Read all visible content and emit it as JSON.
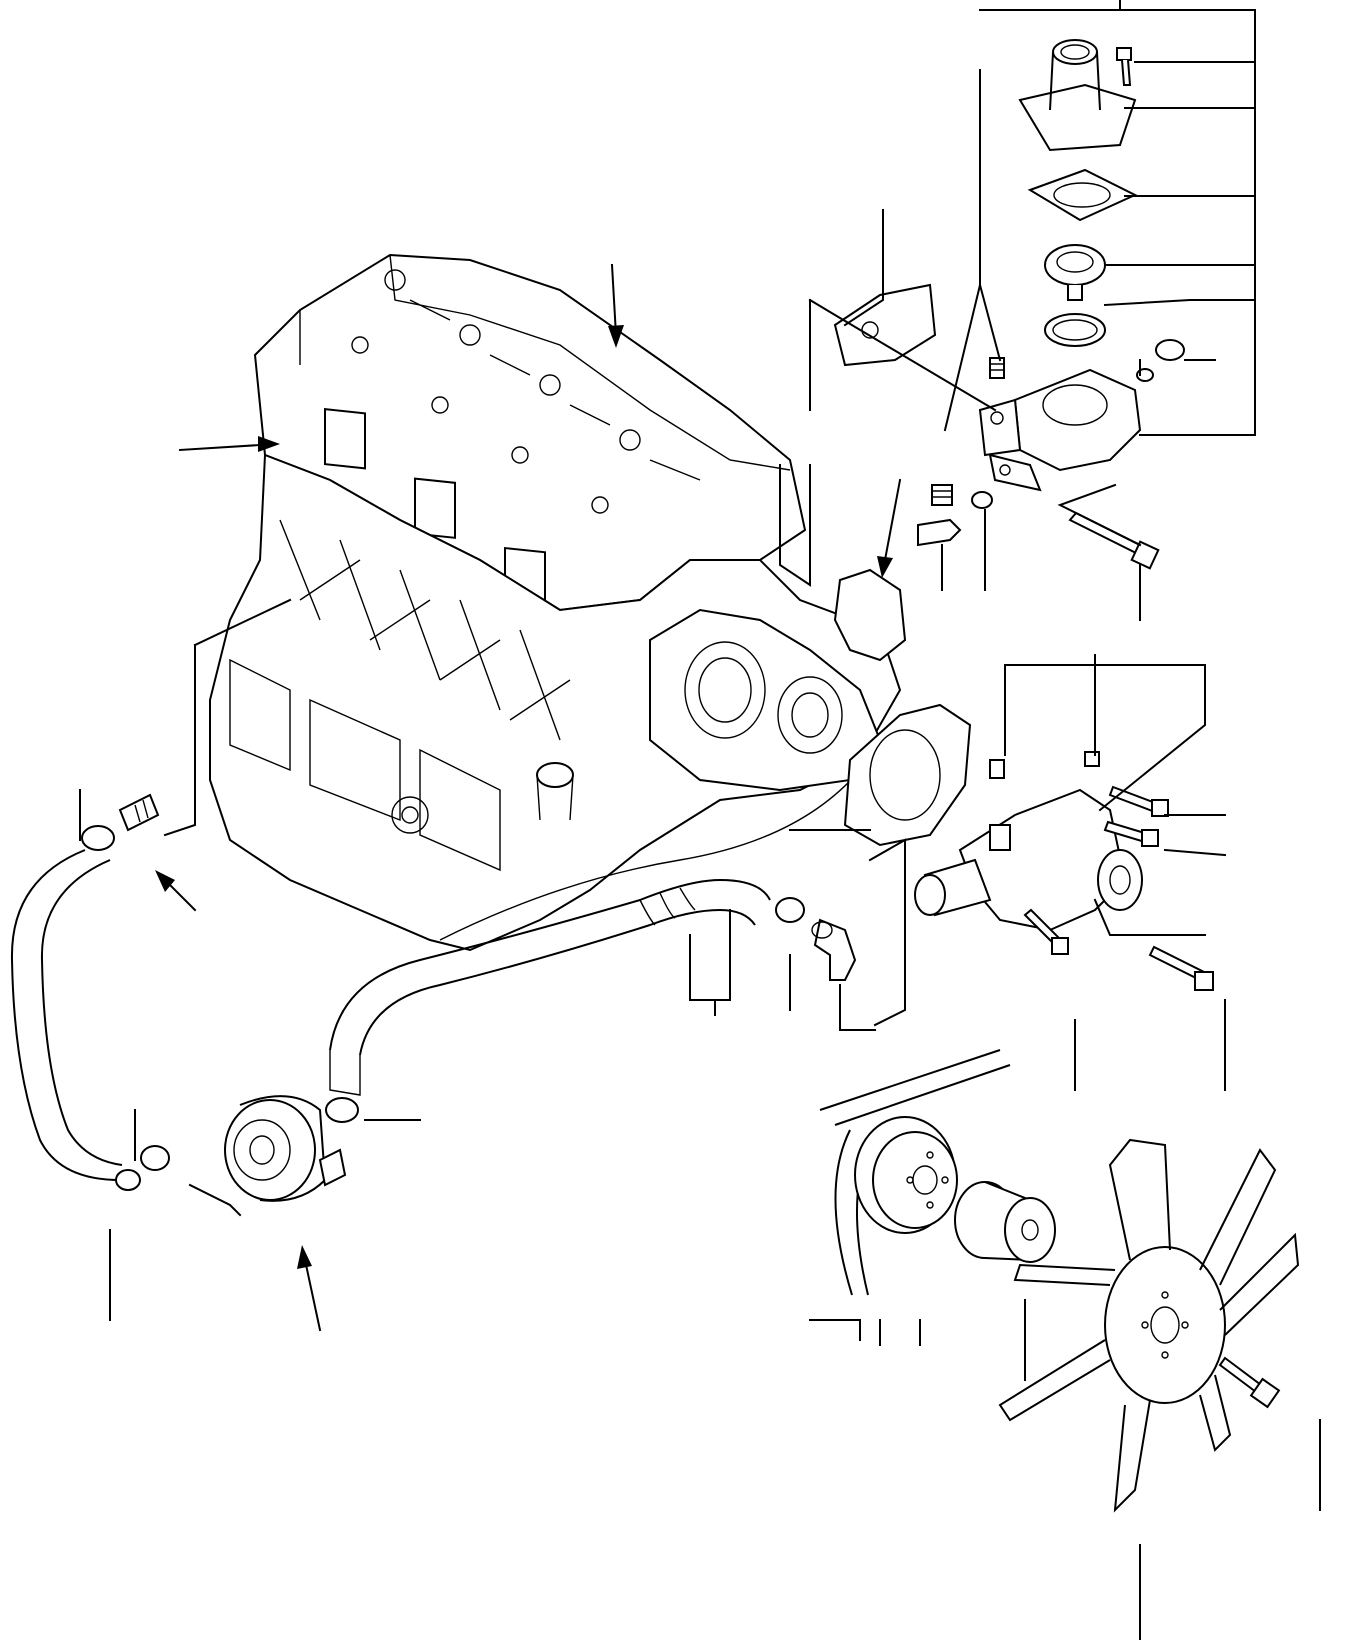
{
  "diagram": {
    "parts": [
      {
        "name": "cylinder-head"
      },
      {
        "name": "cylinder-block"
      },
      {
        "name": "thermostat-cover"
      },
      {
        "name": "thermostat-gasket"
      },
      {
        "name": "thermostat"
      },
      {
        "name": "thermostat-seal-ring"
      },
      {
        "name": "thermostat-housing"
      },
      {
        "name": "water-pump"
      },
      {
        "name": "water-pump-gasket"
      },
      {
        "name": "oil-cooler"
      },
      {
        "name": "water-hose"
      },
      {
        "name": "fan-pulley"
      },
      {
        "name": "v-belt"
      },
      {
        "name": "fan-spacer"
      },
      {
        "name": "cooling-fan"
      }
    ]
  }
}
